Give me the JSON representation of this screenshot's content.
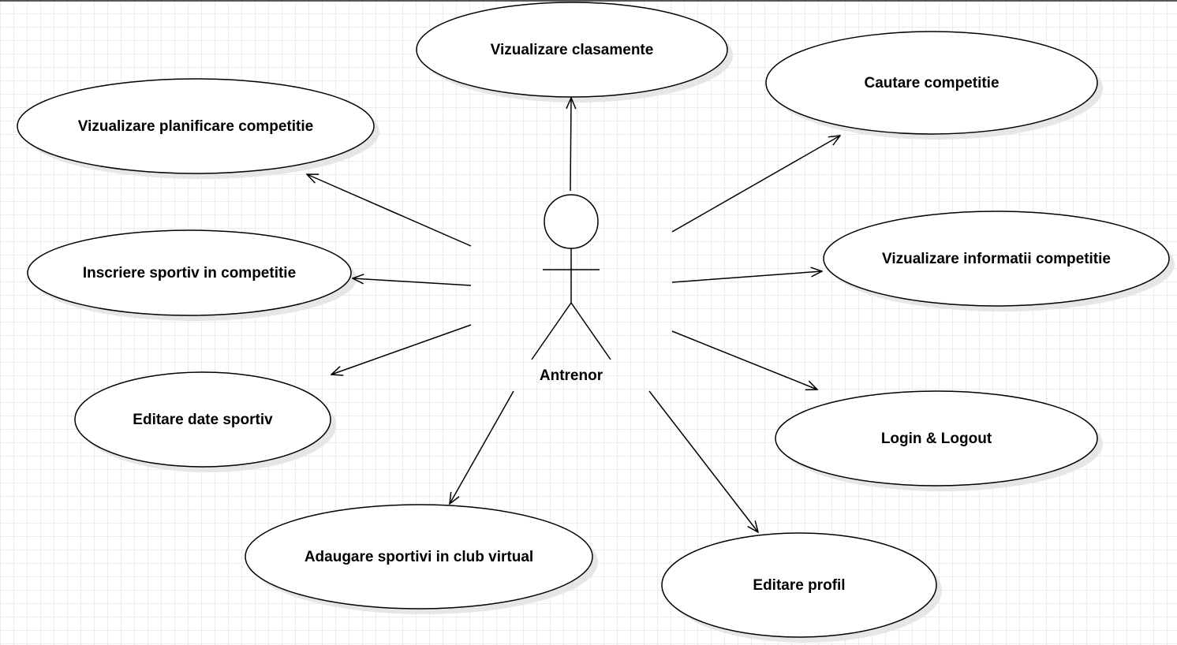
{
  "actor": {
    "name": "Antrenor"
  },
  "use_cases": {
    "vizualizare_clasamente": "Vizualizare clasamente",
    "cautare_competitie": "Cautare competitie",
    "vizualizare_planificare": "Vizualizare planificare competitie",
    "inscriere_sportiv": "Inscriere sportiv in competitie",
    "vizualizare_informatii": "Vizualizare informatii competitie",
    "editare_date_sportiv": "Editare date sportiv",
    "login_logout": "Login & Logout",
    "adaugare_sportivi": "Adaugare sportivi in club virtual",
    "editare_profil": "Editare profil"
  }
}
